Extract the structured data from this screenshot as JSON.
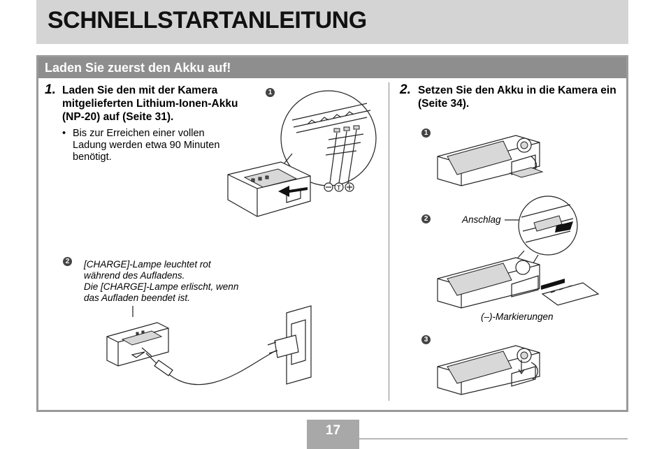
{
  "title": "SCHNELLSTARTANLEITUNG",
  "section": {
    "header": "Laden Sie zuerst den Akku auf!"
  },
  "step1": {
    "number": "1.",
    "text": "Laden Sie den mit der Kamera mitgelieferten Lithium-Ionen-Akku (NP-20) auf (Seite 31).",
    "bullet": "Bis zur Erreichen einer vollen Ladung werden etwa 90 Minuten benötigt.",
    "figure1_marker": "1",
    "figure2_marker": "2",
    "note_line1": "[CHARGE]-Lampe leuchtet rot",
    "note_line2": "während des Aufladens.",
    "note_line3": "Die [CHARGE]-Lampe erlischt, wenn",
    "note_line4": "das Aufladen beendet ist."
  },
  "step2": {
    "number": "2.",
    "text": "Setzen Sie den Akku in die Kamera ein (Seite 34).",
    "figure1_marker": "1",
    "figure2_marker": "2",
    "figure3_marker": "3",
    "callout_stop": "Anschlag",
    "callout_minus": "(–)-Markierungen"
  },
  "page": {
    "number": "17"
  }
}
